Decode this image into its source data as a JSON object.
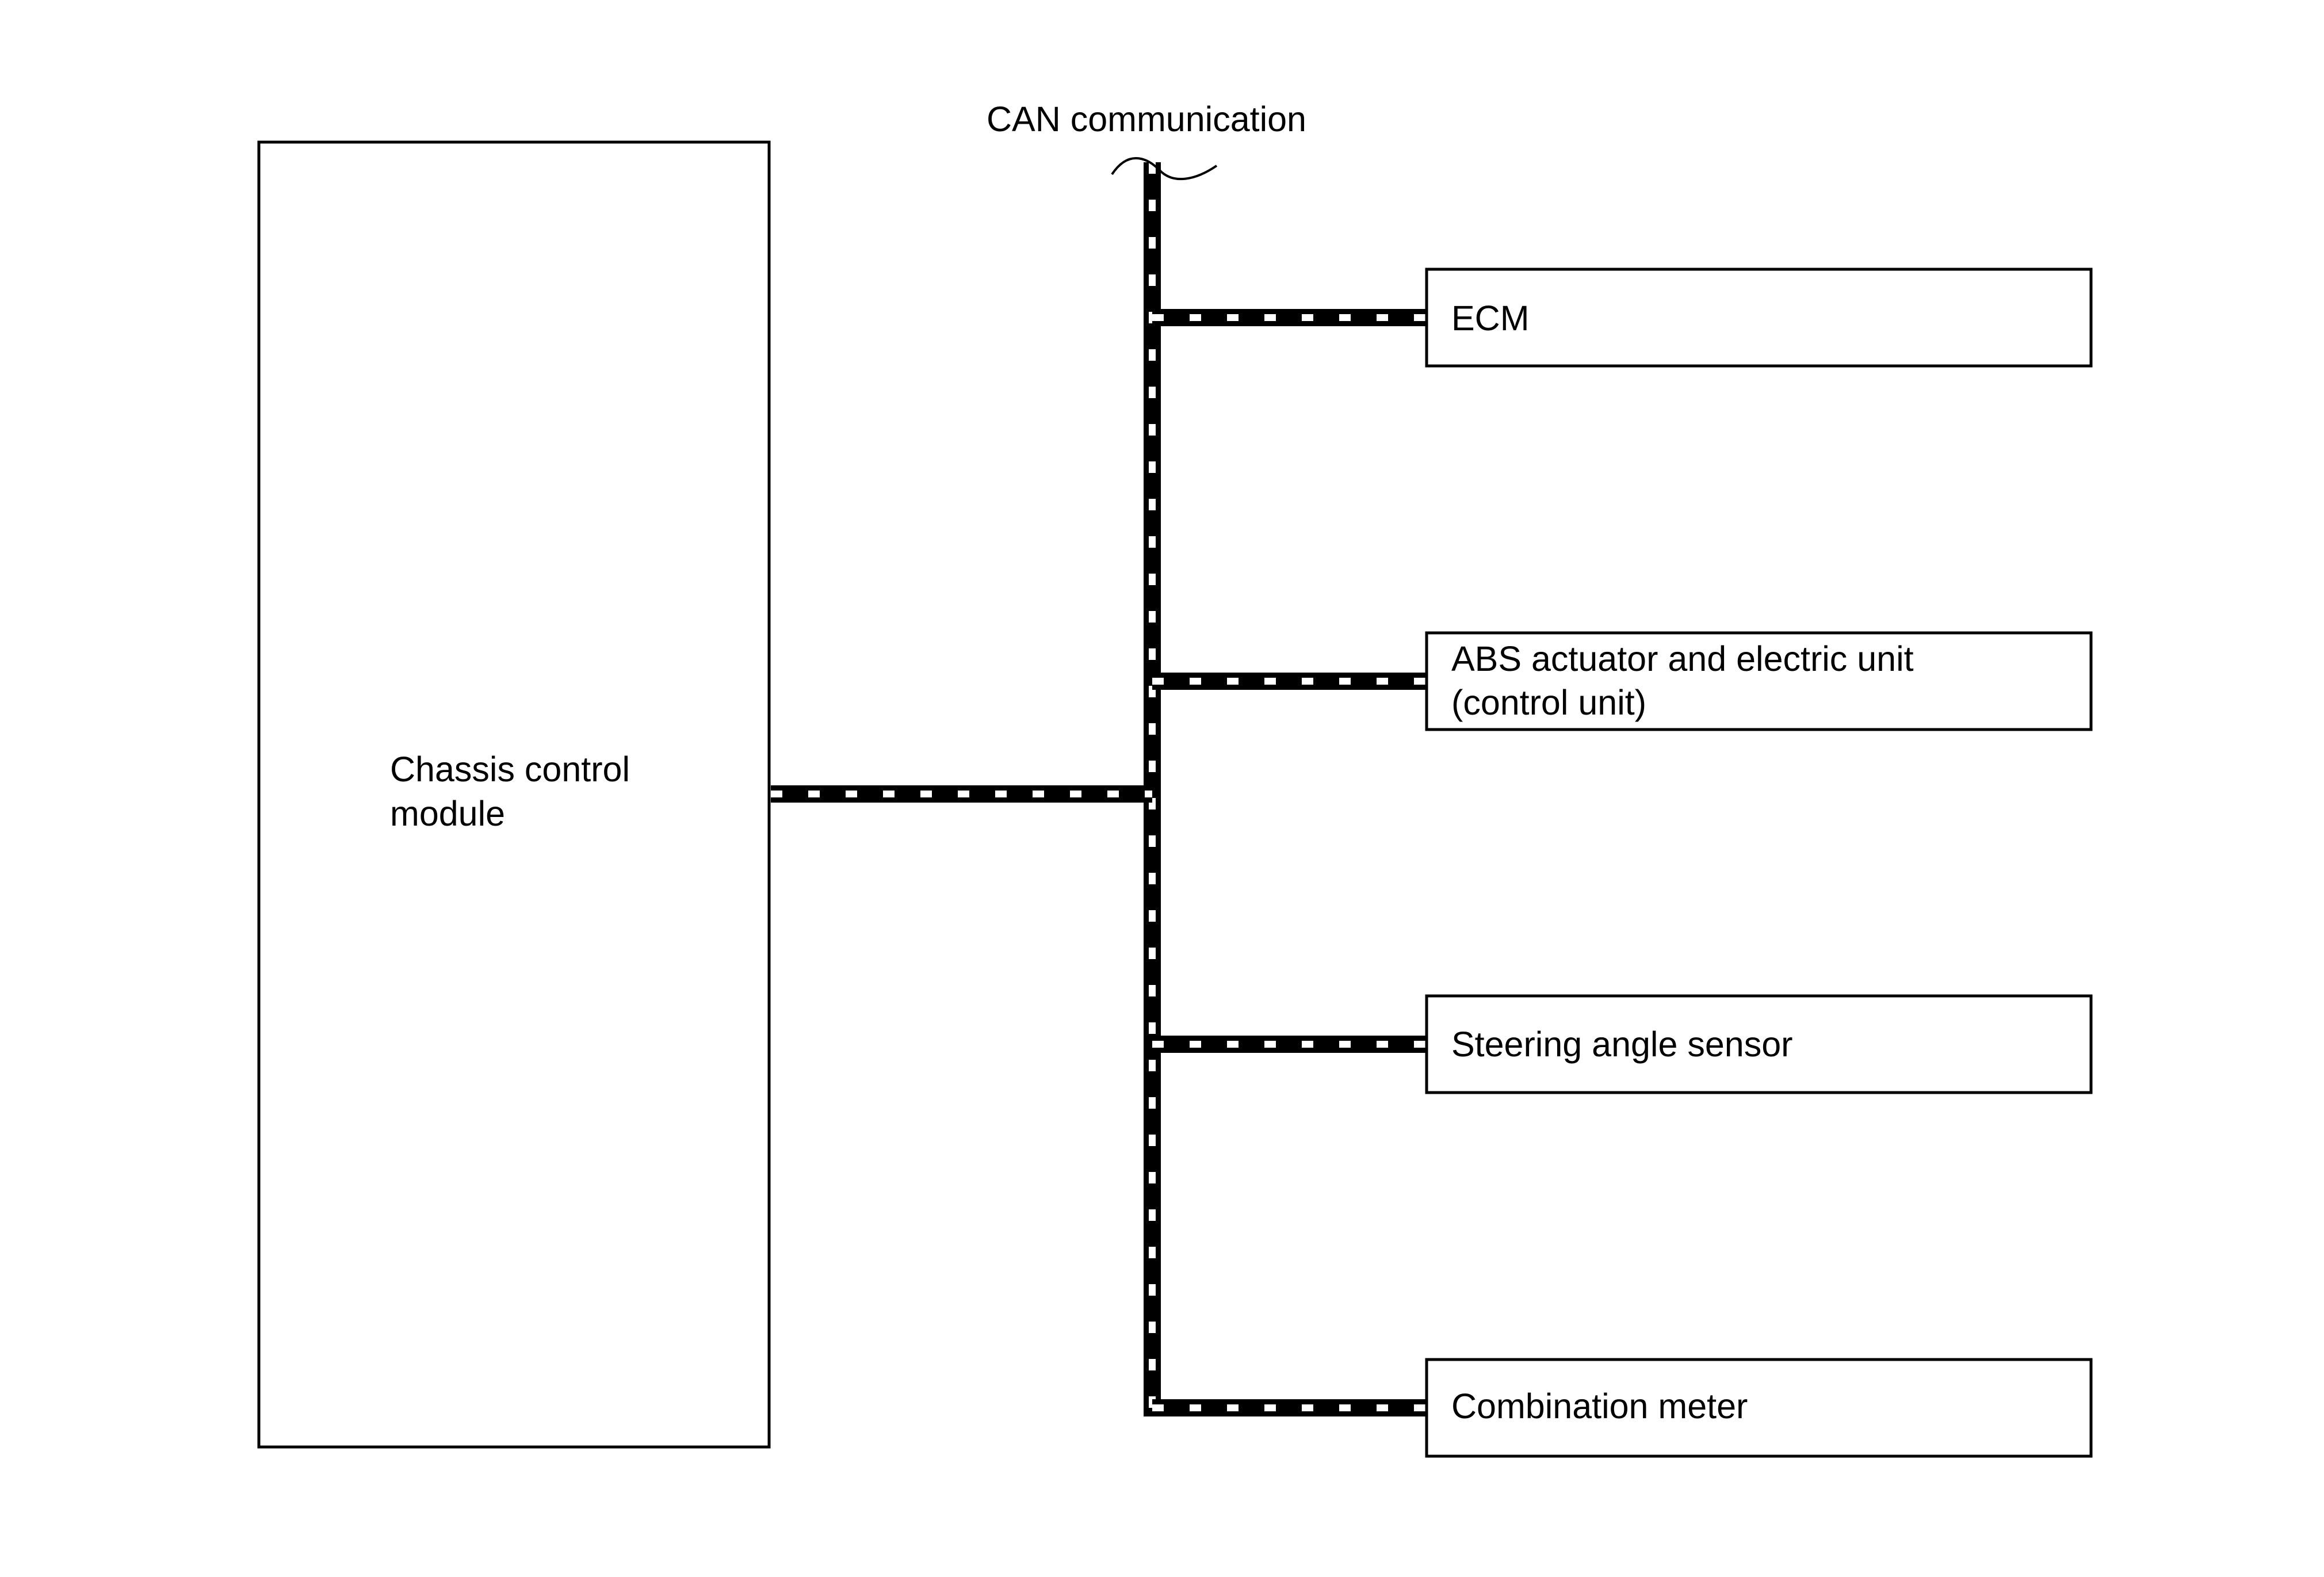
{
  "bus": {
    "label": "CAN communication"
  },
  "main_module": {
    "line1": "Chassis control",
    "line2": "module"
  },
  "units": [
    {
      "line1": "ECM",
      "line2": ""
    },
    {
      "line1": "ABS actuator and electric unit",
      "line2": "(control unit)"
    },
    {
      "line1": "Steering angle sensor",
      "line2": ""
    },
    {
      "line1": "Combination meter",
      "line2": ""
    }
  ],
  "colors": {
    "line": "#000000",
    "background": "#ffffff"
  }
}
